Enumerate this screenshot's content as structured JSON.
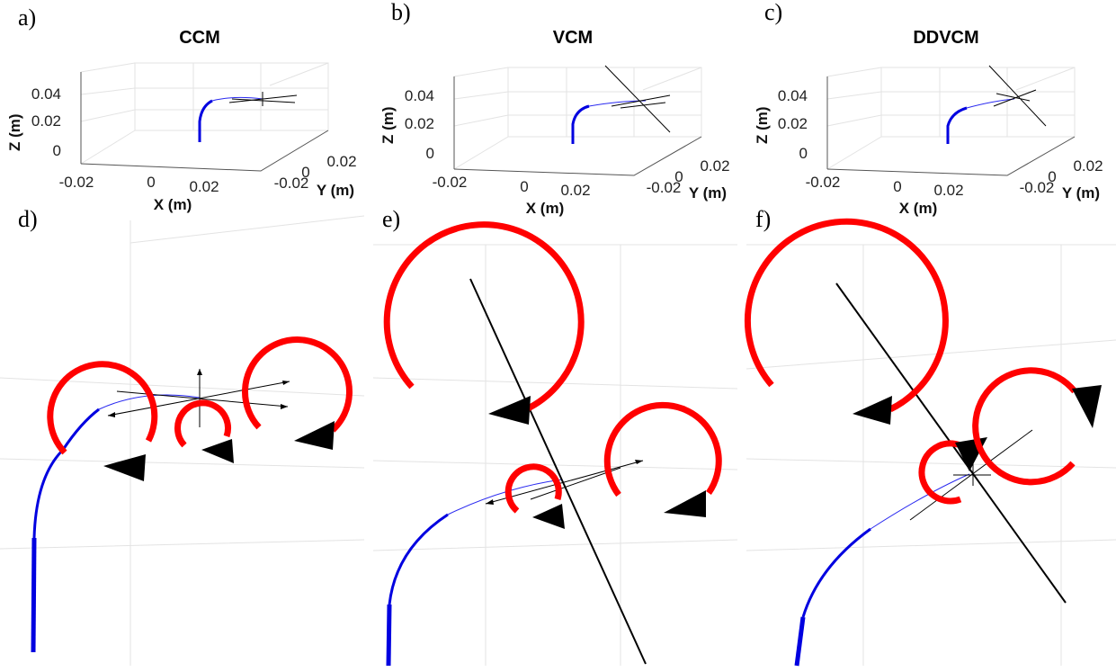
{
  "panels": {
    "a": {
      "label": "a)",
      "title": "CCM"
    },
    "b": {
      "label": "b)",
      "title": "VCM"
    },
    "c": {
      "label": "c)",
      "title": "DDVCM"
    },
    "d": {
      "label": "d)"
    },
    "e": {
      "label": "e)"
    },
    "f": {
      "label": "f)"
    }
  },
  "axes": {
    "zlabel": "Z (m)",
    "xlabel": "X (m)",
    "ylabel": "Y (m)",
    "z_ticks": [
      "0.04",
      "0.02",
      "0"
    ],
    "x_ticks": [
      "-0.02",
      "0",
      "0.02"
    ],
    "y_ticks": [
      "0.02",
      "0",
      "-0.02"
    ]
  },
  "colors": {
    "robot": "#0000e0",
    "moment_ring": "#ff0000",
    "vector": "#000000"
  }
}
